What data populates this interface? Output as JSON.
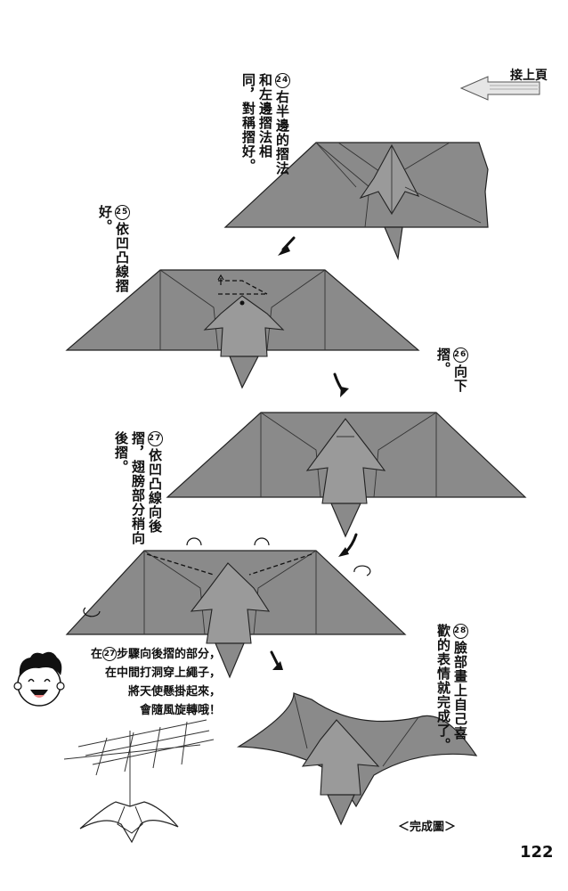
{
  "header": {
    "continued_label": "接上頁"
  },
  "steps": [
    {
      "num": "24",
      "text": "右半邊的摺法和左邊摺法相同，對稱摺好。"
    },
    {
      "num": "25",
      "text": "依凹凸線摺好。"
    },
    {
      "num": "26",
      "text": "向下摺。"
    },
    {
      "num": "27",
      "text": "依凹凸線向後摺，翅膀部分稍向後摺。"
    },
    {
      "num": "28",
      "text": "臉部畫上自己喜歡的表情就完成了。"
    }
  ],
  "tip": {
    "num": "27",
    "line1_prefix": "在",
    "line1_suffix": "步驟向後摺的部分，",
    "line2": "在中間打洞穿上繩子，",
    "line3": "將天使懸掛起來，",
    "line4": "會隨風旋轉哦！"
  },
  "caption": "＜完成圖＞",
  "page_number": "122",
  "colors": {
    "paper": "#8a8a8a",
    "ink": "#111111"
  }
}
